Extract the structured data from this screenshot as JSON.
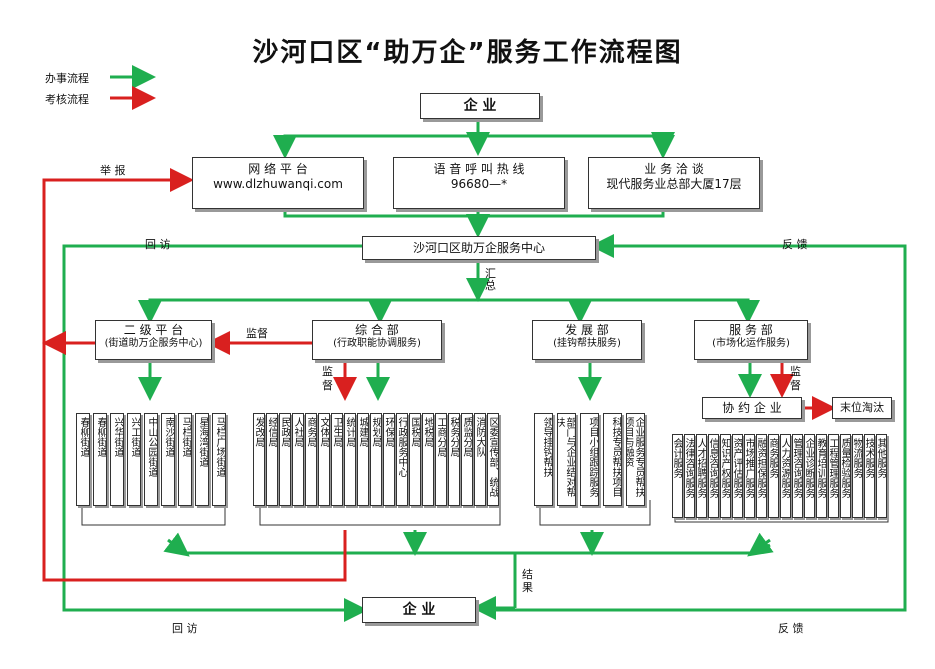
{
  "title": "沙河口区“助万企”服务工作流程图",
  "legend": {
    "process": "办事流程",
    "review": "考核流程"
  },
  "colors": {
    "green": "#1fae4f",
    "red": "#d9201f"
  },
  "nodes": {
    "enterprise_top": "企 业",
    "online_platform": {
      "line1": "网 络 平 台",
      "line2": "www.dlzhuwanqi.com"
    },
    "hotline": {
      "line1": "语 音 呼 叫 热 线",
      "line2": "96680—*"
    },
    "business_talk": {
      "line1": "业 务 洽 谈",
      "line2": "现代服务业总部大厦17层"
    },
    "service_center": "沙河口区助万企服务中心",
    "level2_platform": {
      "line1": "二 级 平 台",
      "line2": "(街道助万企服务中心)"
    },
    "general_dept": {
      "line1": "综 合 部",
      "line2": "(行政职能协调服务)"
    },
    "development_dept": {
      "line1": "发 展 部",
      "line2": "(挂钩帮扶服务)"
    },
    "service_dept": {
      "line1": "服 务 部",
      "line2": "(市场化运作服务)"
    },
    "agreement_enterprise": "协 约 企 业",
    "eliminate": "末位淘汰",
    "enterprise_bottom": "企 业"
  },
  "labels": {
    "report": "举 报",
    "revisit_top": "回 访",
    "feedback_top": "反 馈",
    "summary": "汇 总",
    "supervise_left": "监督",
    "supervise_mid": "监 督",
    "supervise_right": "监 督",
    "result": "结 果",
    "revisit_bottom": "回 访",
    "feedback_bottom": "反 馈"
  },
  "streets": [
    "春柳街道",
    "春柳街道",
    "兴华街道",
    "兴工街道",
    "中山公园街道",
    "南沙街道",
    "马栏街道",
    "星海湾街道",
    "马栏广场街道"
  ],
  "departments": [
    "发改局",
    "经信局",
    "民政局",
    "人社局",
    "商务局",
    "文体局",
    "卫生局",
    "统计局",
    "城建局",
    "规划局",
    "环保局",
    "行政服务中心",
    "国税局",
    "地税局",
    "工商分局",
    "税务分局",
    "质监分局",
    "消防大队",
    "区委宣传部、统战部"
  ],
  "development_items": [
    "领导挂钩帮扶",
    "部门与企业结对帮扶",
    "项目小组跟踪服务",
    "科技专员帮扶项目",
    "企业服务专员帮扶项目与融资"
  ],
  "service_items": [
    "会计服务",
    "法律咨询服务",
    "人才招聘服务",
    "信息咨询服务",
    "知识产权服务",
    "资产评估服务",
    "市场推广服务",
    "融资担保服务",
    "商务服务",
    "人力资源服务",
    "管理咨询服务",
    "企业诊断服务",
    "教育培训服务",
    "工程管理服务",
    "质量检验服务",
    "物流服务",
    "技术服务",
    "其他服务"
  ]
}
